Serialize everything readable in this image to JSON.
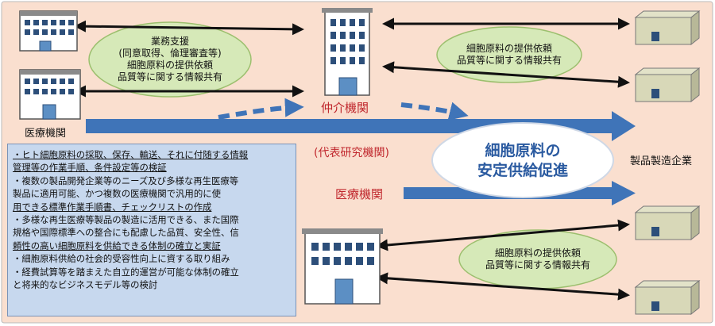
{
  "oval_left": {
    "lines": [
      "業務支援",
      "(同意取得、倫理審査等)",
      "細胞原料の提供依頼",
      "品質等に関する情報共有"
    ]
  },
  "oval_right_top": {
    "lines": [
      "細胞原料の提供依頼",
      "品質等に関する情報共有"
    ]
  },
  "oval_right_bottom": {
    "lines": [
      "細胞原料の提供依頼",
      "品質等に関する情報共有"
    ]
  },
  "label_medical_left": "医療機関",
  "label_broker": "仲介機関",
  "label_representative": "(代表研究機関)",
  "label_medical_center": "医療機関",
  "label_manufacturers": "製品製造企業",
  "center_oval": {
    "line1": "細胞原料の",
    "line2": "安定供給促進"
  },
  "info_box": {
    "lines": [
      "・ヒト細胞原料の採取、保存、輸送、それに付随する情報",
      "管理等の作業手順、条件設定等の検証",
      "・複数の製品開発企業等のニーズ及び多様な再生医療等",
      "製品に適用可能、かつ複数の医療機関で汎用的に使",
      "用できる標準作業手順書、チェックリストの作成",
      "・多様な再生医療等製品の製造に活用できる、また国際",
      "規格や国際標準への整合にも配慮した品質、安全性、信",
      "頼性の高い細胞原料を供給できる体制の確立と実証",
      "・細胞原料供給の社会的受容性向上に資する取り組み",
      "・経費試算等を踏まえた自立的運営が可能な体制の確立",
      "と将来的なビジネスモデル等の検討"
    ]
  },
  "colors": {
    "background": "#fadfcf",
    "arrow_blue": "#3f74b8",
    "oval_green": "#d6e9b8",
    "text_red": "#c0272d"
  }
}
